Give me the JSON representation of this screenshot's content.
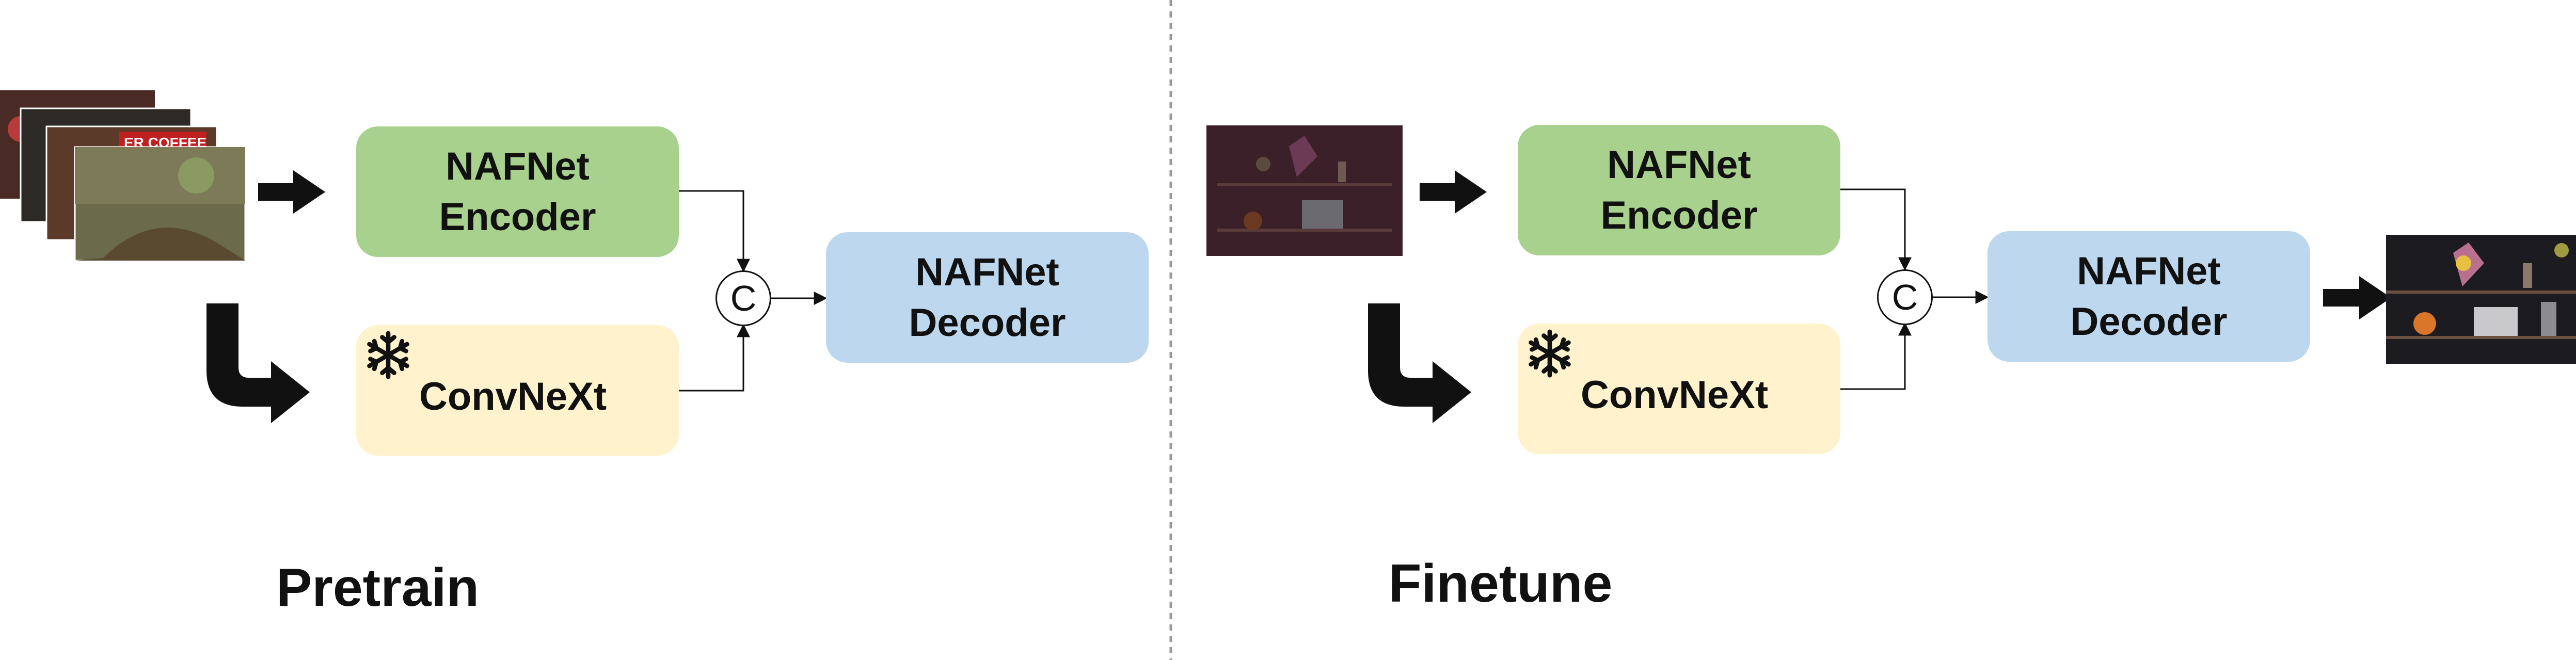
{
  "left_panel": {
    "encoder_label": "NAFNet\nEncoder",
    "convnext_label": "ConvNeXt",
    "concat_symbol": "C",
    "decoder_label": "NAFNet\nDecoder",
    "stage_label": "Pretrain",
    "stack_image_text": "ER COFFEE"
  },
  "right_panel": {
    "encoder_label": "NAFNet\nEncoder",
    "convnext_label": "ConvNeXt",
    "concat_symbol": "C",
    "decoder_label": "NAFNet\nDecoder",
    "stage_label": "Finetune"
  },
  "colors": {
    "encoder": "#a9d18e",
    "decoder": "#bdd7ee",
    "convnext": "#fff2cc",
    "divider": "#999999"
  }
}
